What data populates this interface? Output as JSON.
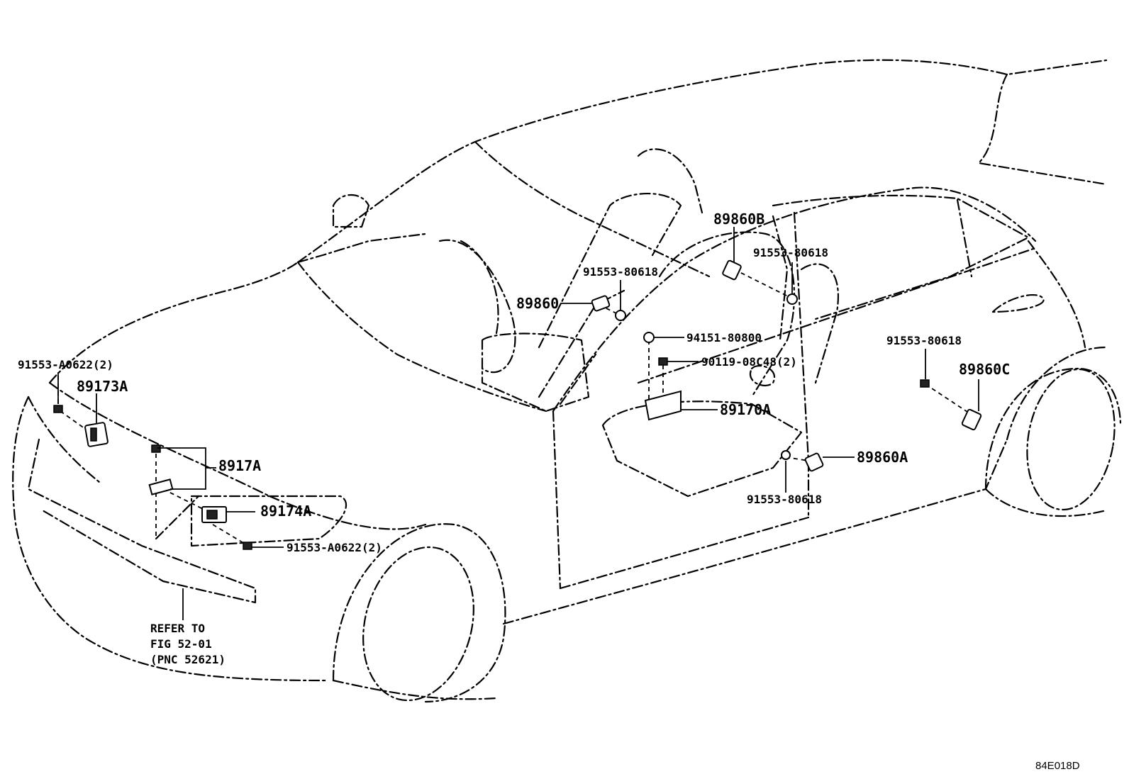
{
  "labels": {
    "p91553_a0622_top": "91553-A0622(2)",
    "p89173a": "89173A",
    "p8917a": "8917A",
    "p89174a": "89174A",
    "p91553_a0622_bottom": "91553-A0622(2)",
    "refer_line1": "REFER TO",
    "refer_line2": "FIG 52-01",
    "refer_line3": "(PNC 52621)",
    "p89860": "89860",
    "p91553_80618_front": "91553-80618",
    "p89860b": "89860B",
    "p91553_80618_b": "91553-80618",
    "p94151_80800": "94151-80800",
    "p90119_08c48": "90119-08C48(2)",
    "p89170a": "89170A",
    "p91553_80618_right": "91553-80618",
    "p89860c": "89860C",
    "p89860a": "89860A",
    "p91553_80618_low": "91553-80618",
    "figure_code": "84E018D"
  }
}
